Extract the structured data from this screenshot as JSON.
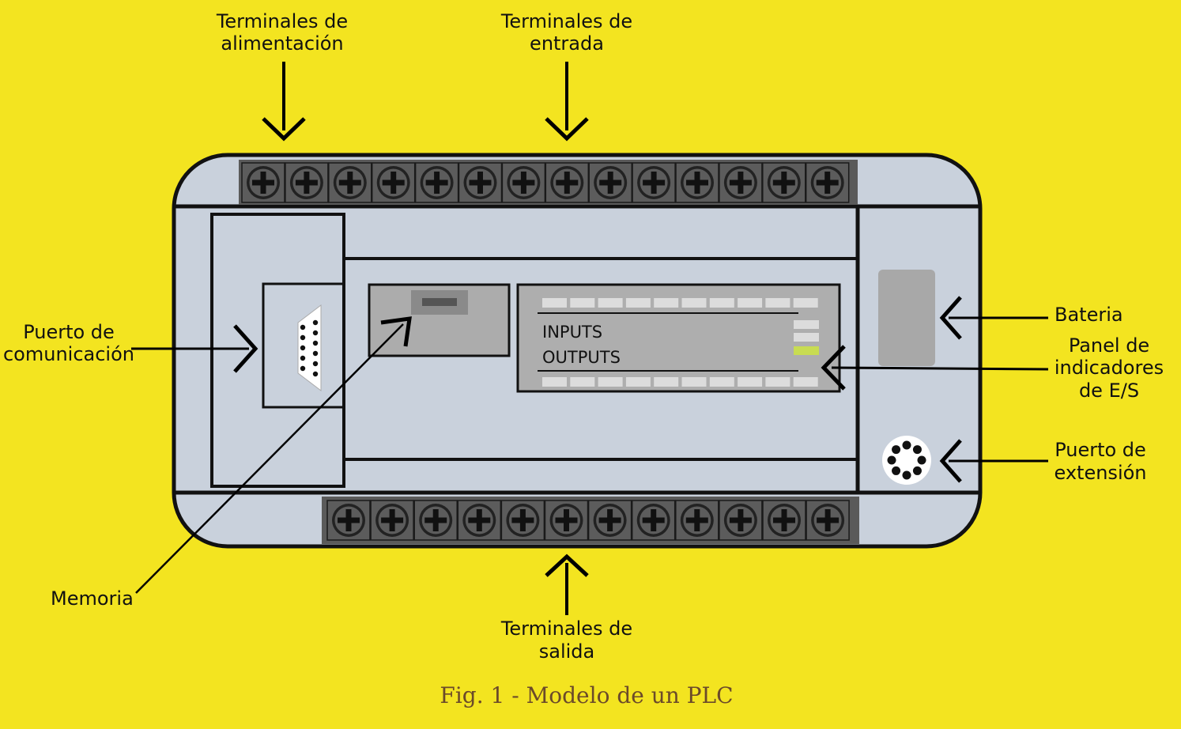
{
  "labels": {
    "power_terminals": [
      "Terminales de",
      "alimentación"
    ],
    "input_terminals": [
      "Terminales de",
      "entrada"
    ],
    "comm_port": [
      "Puerto de",
      "comunicación"
    ],
    "battery": "Bateria",
    "io_panel": [
      "Panel de",
      "indicadores",
      "de E/S"
    ],
    "expansion_port": [
      "Puerto de",
      "extensión"
    ],
    "memory": "Memoria",
    "output_terminals": [
      "Terminales de",
      "salida"
    ]
  },
  "io_panel": {
    "inputs_label": "INPUTS",
    "outputs_label": "OUTPUTS"
  },
  "caption": "Fig. 1 - Modelo de un PLC",
  "colors": {
    "background": "#f3e420",
    "body": "#c9d1dc",
    "terminal_strip": "#5a5a5a",
    "led_off": "#dcdcdc",
    "led_on": "#c8dc52",
    "caption": "#6b4a2a"
  },
  "terminals": {
    "top_count": 14,
    "bottom_count": 12
  }
}
